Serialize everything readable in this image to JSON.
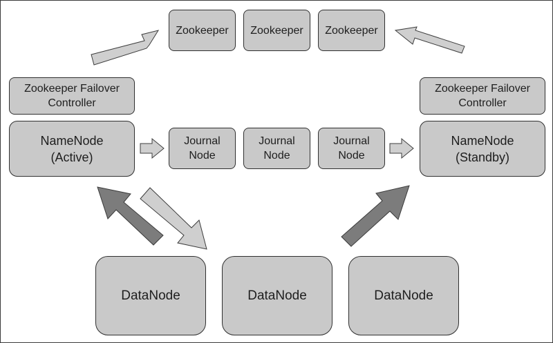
{
  "zookeeper_ensemble": [
    "Zookeeper",
    "Zookeeper",
    "Zookeeper"
  ],
  "failover_controllers": {
    "left": "Zookeeper Failover\nController",
    "right": "Zookeeper Failover\nController"
  },
  "namenodes": {
    "active": "NameNode\n(Active)",
    "standby": "NameNode\n(Standby)"
  },
  "journal_nodes": [
    "Journal\nNode",
    "Journal\nNode",
    "Journal\nNode"
  ],
  "datanodes": [
    "DataNode",
    "DataNode",
    "DataNode"
  ],
  "colors": {
    "box_fill": "#c9c9c9",
    "box_border": "#2f2f2f",
    "arrow_light": "#cfcfcf",
    "arrow_dark": "#7c7c7c"
  }
}
